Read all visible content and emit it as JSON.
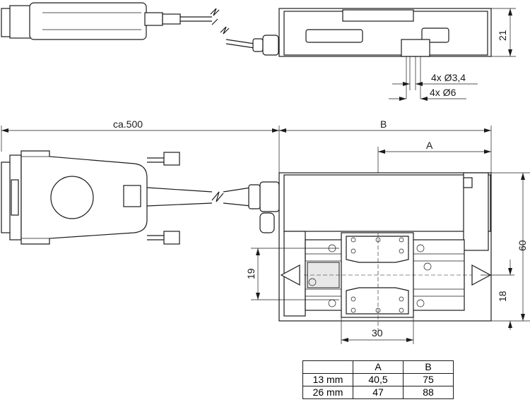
{
  "dimensions": {
    "height_side": "21",
    "hole_small": "4x Ø3,4",
    "hole_large": "4x Ø6",
    "cable_length": "ca.500",
    "width_B": "B",
    "width_A": "A",
    "depth": "60",
    "offset_18": "18",
    "offset_19": "19",
    "carriage_width": "30"
  },
  "table": {
    "headers": [
      "",
      "A",
      "B"
    ],
    "rows": [
      [
        "13 mm",
        "40,5",
        "75"
      ],
      [
        "26 mm",
        "47",
        "88"
      ]
    ]
  }
}
